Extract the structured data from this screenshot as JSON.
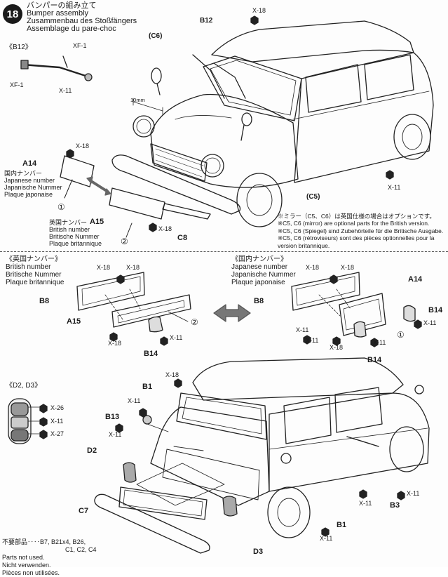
{
  "step": {
    "number": "18",
    "title_ja": "バンパーの組み立て",
    "title_en": "Bumper assembly",
    "title_de": "Zusammenbau des Stoßfängers",
    "title_fr": "Assemblage du pare-choc"
  },
  "top": {
    "b12_header": "《B12》",
    "b12_parts": [
      "XF-1",
      "XF-1",
      "X-11"
    ],
    "c6_label": "(C6)",
    "b12_label": "B12",
    "x18_top": "X-18",
    "dim_label": "10mm",
    "c5_label": "(C5)",
    "x11_right": "X-11",
    "a14": {
      "code": "A14",
      "ja": "国内ナンバー",
      "en": "Japanese number",
      "de": "Japanische Nummer",
      "fr": "Plaque japonaise",
      "paint": "X-18",
      "step": "①"
    },
    "a15": {
      "code": "A15",
      "ja": "英国ナンバー",
      "en": "British number",
      "de": "Britische Nummer",
      "fr": "Plaque britannique",
      "paint": "X-18",
      "step": "②"
    },
    "c8_label": "C8",
    "note": {
      "ja": "※ミラー（C5、C6）は英国仕様の場合はオプションです。",
      "en": "※C5, C6 (mirror) are optional parts for the British version.",
      "de": "※C5, C6 (Spiegel) sind Zubehörteile für die Britische Ausgabe.",
      "fr": "※C5, C6 (rétroviseurs) sont des pièces optionnelles pour la version britannique."
    }
  },
  "middle_left": {
    "header": "《英国ナンバー》",
    "en": "British number",
    "de": "Britische Nummer",
    "fr": "Plaque britannique",
    "x18_a": "X-18",
    "x18_b": "X-18",
    "x18_c": "X-18",
    "b8": "B8",
    "a15": "A15",
    "step2": "②",
    "x11": "X-11",
    "b14": "B14"
  },
  "middle_right": {
    "header": "《国内ナンバー》",
    "en": "Japanese number",
    "de": "Japanische Nummer",
    "fr": "Plaque japonaise",
    "x18_a": "X-18",
    "x18_b": "X-18",
    "x18_c": "X-18",
    "b8": "B8",
    "a14": "A14",
    "b14_a": "B14",
    "x11_a": "X-11",
    "x11_b": "X-11",
    "x11_c": "X-11",
    "step1": "①",
    "b14_b": "B14"
  },
  "bottom": {
    "d_header": "《D2, D3》",
    "d_paints": [
      "X-26",
      "X-11",
      "X-27"
    ],
    "x18": "X-18",
    "b1_a": "B1",
    "x11_a": "X-11",
    "b13": "B13",
    "x11_b": "X-11",
    "d2": "D2",
    "c7": "C7",
    "d3": "D3",
    "b1_b": "B1",
    "x11_c": "X-11",
    "b3": "B3",
    "x11_d": "X-11",
    "x11_e": "X-11",
    "x11_f": "X-11"
  },
  "unused": {
    "ja": "不要部品",
    "parts": "B7, B21x4, B26,",
    "parts2": "C1, C2, C4",
    "en": "Parts not used.",
    "de": "Nicht verwenden.",
    "fr": "Pièces non utilisées."
  }
}
